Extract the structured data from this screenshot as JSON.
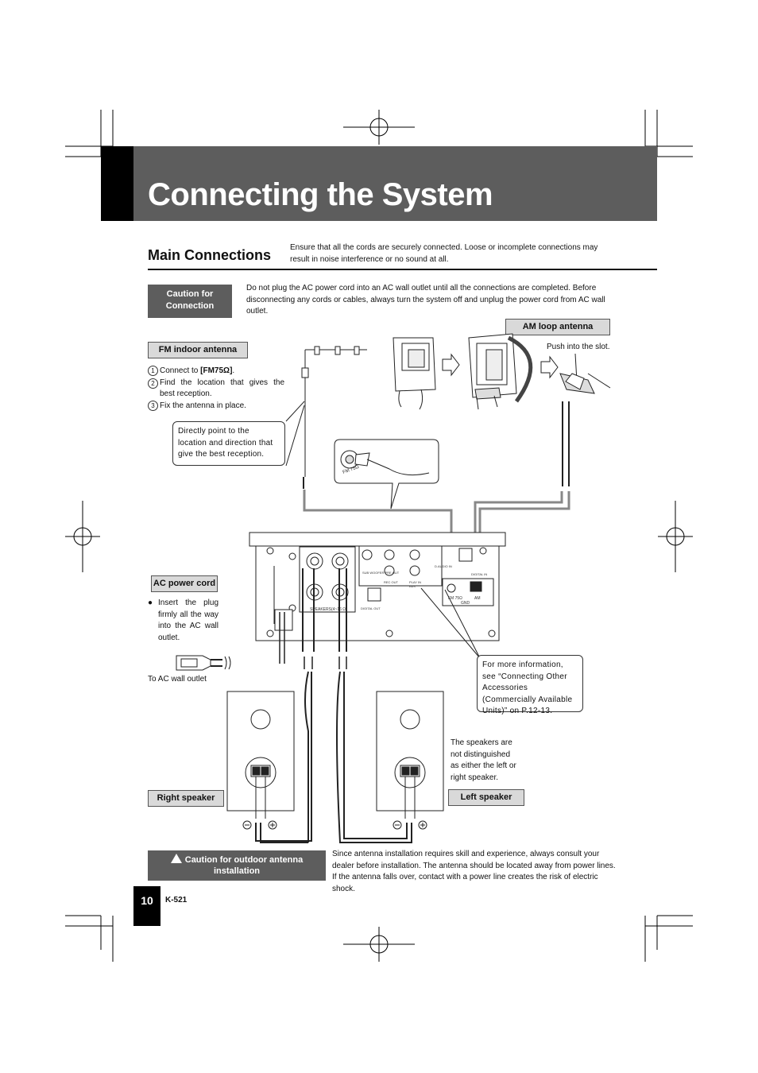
{
  "header": {
    "title": "Connecting the System"
  },
  "section": {
    "title": "Main Connections",
    "intro": "Ensure that all the cords are securely connected. Loose or incomplete connections may result in noise interference or no sound at all."
  },
  "caution_connection": {
    "label_line1": "Caution for",
    "label_line2": "Connection",
    "text": "Do not plug the AC power cord into an AC wall outlet until all the connections are completed. Before disconnecting any cords or cables, always turn the system off and unplug the power cord from AC wall outlet."
  },
  "fm_antenna": {
    "label": "FM indoor antenna",
    "steps": [
      {
        "num": "1",
        "pre": "Connect to ",
        "bold": "[FM75Ω]",
        "post": "."
      },
      {
        "num": "2",
        "pre": "Find the location that gives the best reception.",
        "bold": "",
        "post": ""
      },
      {
        "num": "3",
        "pre": "Fix the antenna in place.",
        "bold": "",
        "post": ""
      }
    ],
    "callout": "Directly point to the location and direction that give the best reception."
  },
  "am_antenna": {
    "label": "AM loop antenna",
    "note": "Push into the slot."
  },
  "ac_cord": {
    "label": "AC power cord",
    "bullet": "Insert the plug firmly all the way into the AC wall outlet.",
    "outlet": "To AC wall outlet"
  },
  "more_info": "For more information, see “Connecting Other Accessories (Commercially Available Units)” on P.12-13.",
  "speakers": {
    "right_label": "Right speaker",
    "left_label": "Left speaker",
    "note": "The speakers are not distinguished as either the left or right speaker."
  },
  "outdoor_caution": {
    "label_line1": "Caution for outdoor antenna",
    "label_line2": "installation",
    "text": "Since antenna installation requires skill and experience, always consult your dealer before installation. The antenna should be located away from power lines. If the antenna falls over, contact with a power line creates the risk of electric shock."
  },
  "panel_labels": {
    "speakers": "SPEAKERS(4~16 Ω)",
    "subwoofer": "SUB WOOFER PRE OUT",
    "rec_out": "REC OUT",
    "play_in": "PLAY IN",
    "aux": "AUX",
    "d_audio_in": "D.AUDIO IN",
    "digital_in": "DIGITAL IN",
    "digital_out": "DIGITAL OUT",
    "fm": "FM 75Ω",
    "am": "AM",
    "gnd": "GND",
    "fm_plug": "FM 75Ω"
  },
  "footer": {
    "page": "10",
    "model": "K-521"
  }
}
